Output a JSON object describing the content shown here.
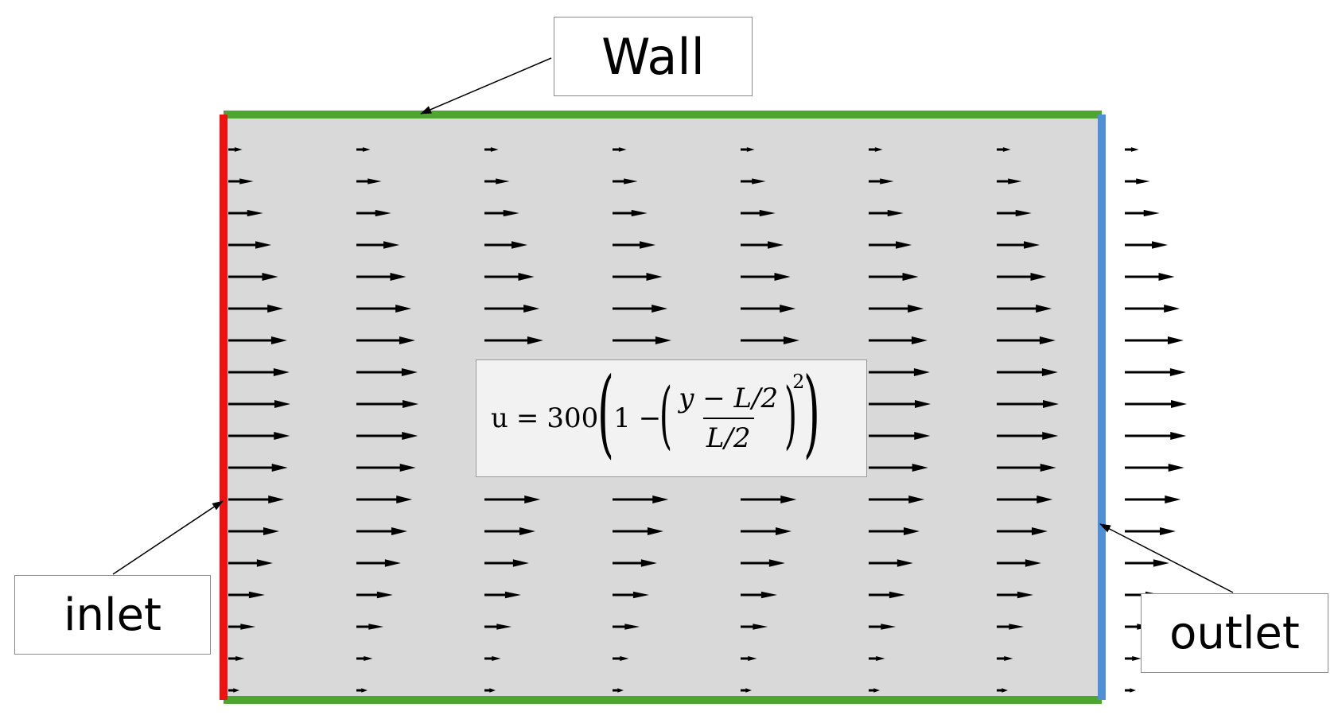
{
  "labels": {
    "wall": "Wall",
    "inlet": "inlet",
    "outlet": "outlet"
  },
  "formula": {
    "lhs": "u",
    "eq": "=",
    "coef": "300",
    "one": "1",
    "minus": "−",
    "numerator": "y − L/2",
    "denominator": "L/2",
    "exponent": "2"
  },
  "colors": {
    "wall": "#4ea631",
    "inlet": "#ee1111",
    "outlet": "#4f8fd6",
    "domain": "#d9d9d9",
    "arrow": "#000000"
  },
  "velocity_field": {
    "rows": 18,
    "columns": 8,
    "profile": "parabolic",
    "coefficient": 300
  }
}
